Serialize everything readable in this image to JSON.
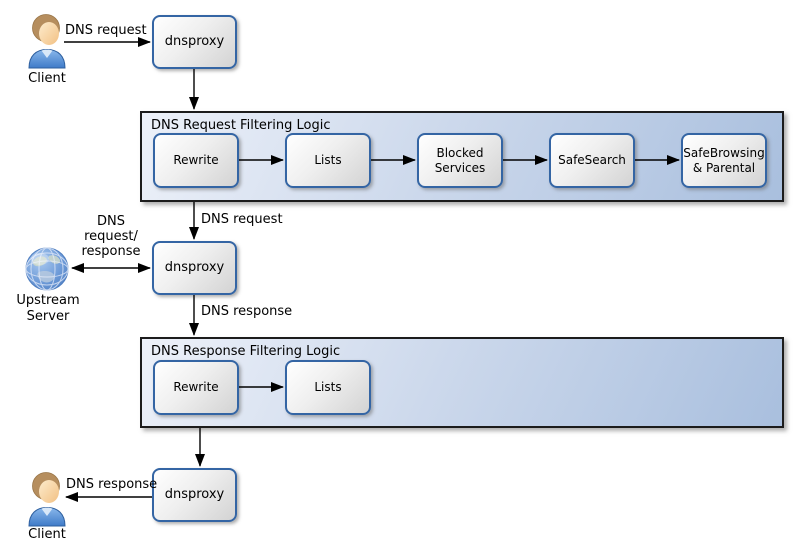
{
  "colors": {
    "box_border": "#3465a4",
    "box_fill_light": "#ffffff",
    "box_fill_dark": "#d3d3d3",
    "container_fill_left": "#edf1f9",
    "container_fill_right": "#a9bfde",
    "container_border": "#1c1c1c",
    "arrow": "#000000",
    "globe_blue": "#5787c8",
    "shirt_blue": "#4a85d2",
    "hair_brown": "#b68e5e"
  },
  "nodes": {
    "client_top": {
      "label": "Client"
    },
    "dnsproxy_top": {
      "label": "dnsproxy"
    },
    "dnsproxy_middle": {
      "label": "dnsproxy"
    },
    "dnsproxy_bottom": {
      "label": "dnsproxy"
    },
    "upstream_server": {
      "label_line1": "Upstream",
      "label_line2": "Server"
    },
    "client_bottom": {
      "label": "Client"
    }
  },
  "containers": {
    "request": {
      "title": "DNS Request Filtering Logic",
      "steps": [
        "Rewrite",
        "Lists",
        "Blocked Services",
        "SafeSearch",
        "SafeBrowsing & Parental"
      ]
    },
    "response": {
      "title": "DNS Response Filtering Logic",
      "steps": [
        "Rewrite",
        "Lists"
      ]
    }
  },
  "edge_labels": {
    "client_to_proxy": "DNS request",
    "filter_to_proxy": "DNS request",
    "upstream_exchange": [
      "DNS",
      "request/",
      "response"
    ],
    "proxy_to_response_filter": "DNS response",
    "proxy_to_client": "DNS response"
  }
}
